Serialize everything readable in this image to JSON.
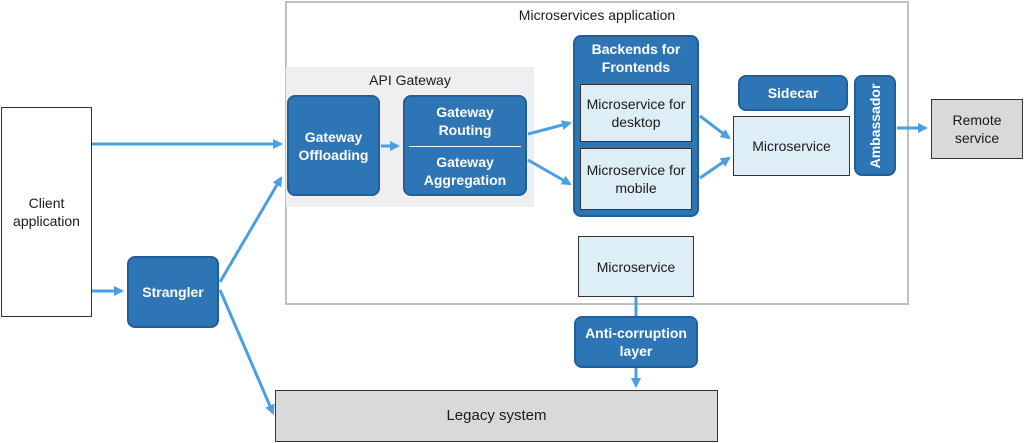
{
  "microservices_app": {
    "title": "Microservices application"
  },
  "api_gateway": {
    "title": "API Gateway",
    "offloading": "Gateway\nOffloading",
    "routing": "Gateway\nRouting",
    "aggregation": "Gateway\nAggregation"
  },
  "client": {
    "label": "Client\napplication"
  },
  "strangler": {
    "label": "Strangler"
  },
  "bff": {
    "title": "Backends for\nFrontends",
    "desktop": "Microservice for\ndesktop",
    "mobile": "Microservice for\nmobile"
  },
  "sidecar": {
    "label": "Sidecar"
  },
  "ambassador": {
    "label": "Ambassador"
  },
  "microservice_right": {
    "label": "Microservice"
  },
  "remote": {
    "label": "Remote\nservice"
  },
  "microservice_bottom": {
    "label": "Microservice"
  },
  "anti_corruption": {
    "label": "Anti-corruption\nlayer"
  },
  "legacy": {
    "label": "Legacy system"
  },
  "colors": {
    "pattern_blue": "#2e75b6",
    "arrow_blue": "#4a9fe0",
    "light_blue": "#ddeef7",
    "gray": "#d9d9d9"
  }
}
